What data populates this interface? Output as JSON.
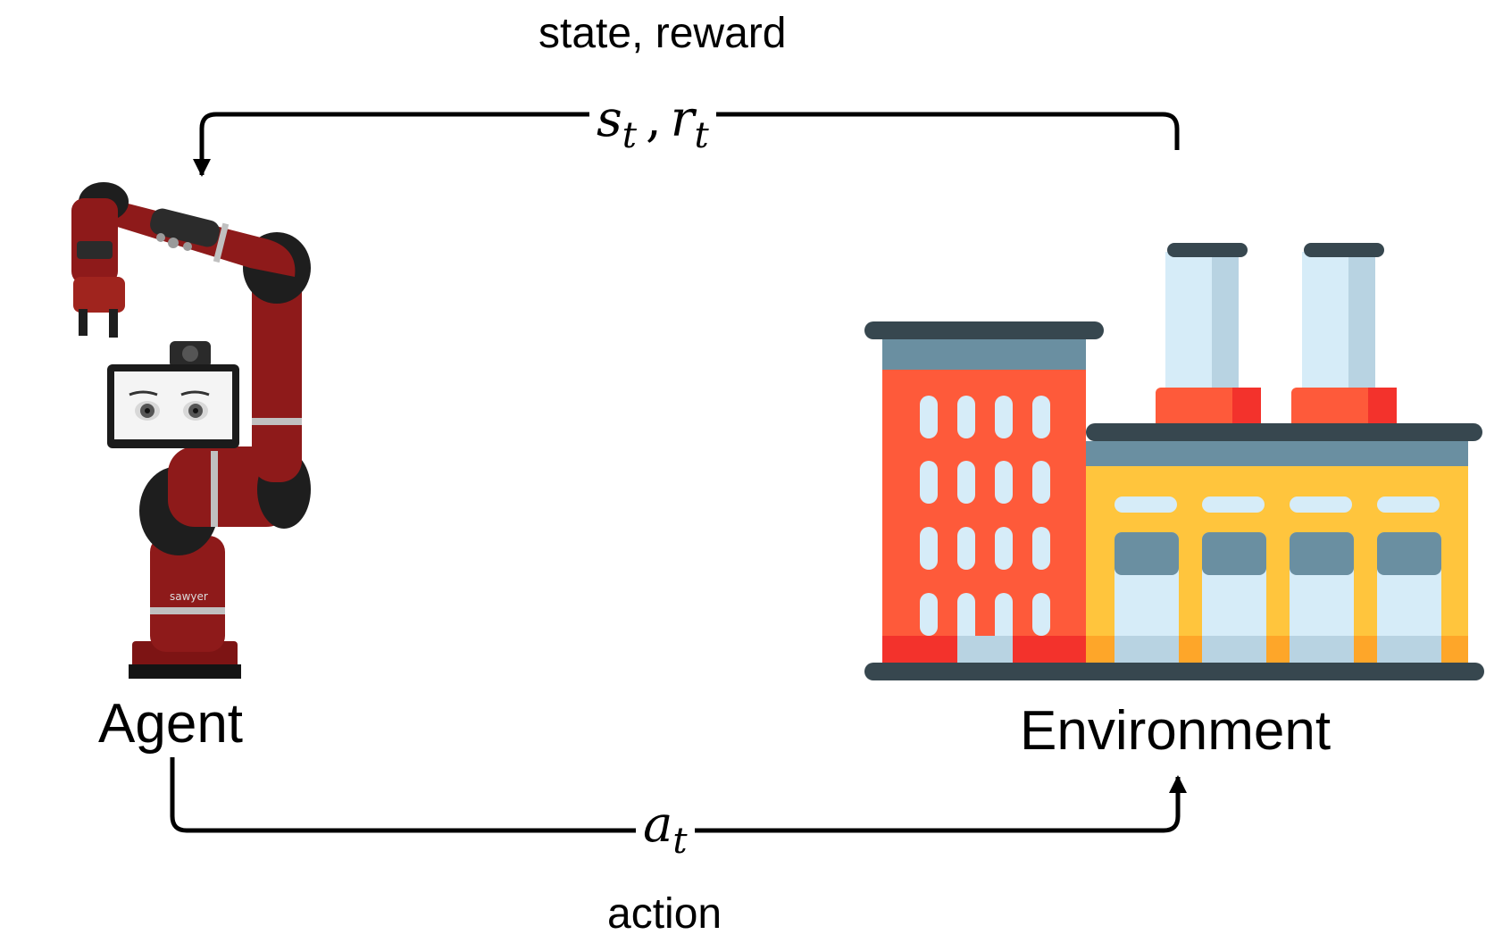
{
  "labels": {
    "top_caption": "state, reward",
    "bottom_caption": "action",
    "agent": "Agent",
    "environment": "Environment"
  },
  "math": {
    "state_symbol": "s",
    "state_subscript": "t",
    "separator": ",",
    "reward_symbol": "r",
    "reward_subscript": "t",
    "action_symbol": "a",
    "action_subscript": "t"
  },
  "robot_brand": "sawyer",
  "colors": {
    "arrow": "#000000",
    "robot_red": "#8e1a1a",
    "robot_dark": "#1e1e1e",
    "building_red": "#fe5a3a",
    "building_yellow": "#ffc53d",
    "window_blue": "#d6ecf8",
    "roof_dark": "#37474f",
    "slate": "#6a8fa1"
  },
  "icons": [
    "robot-arm-image",
    "factory-icon"
  ]
}
